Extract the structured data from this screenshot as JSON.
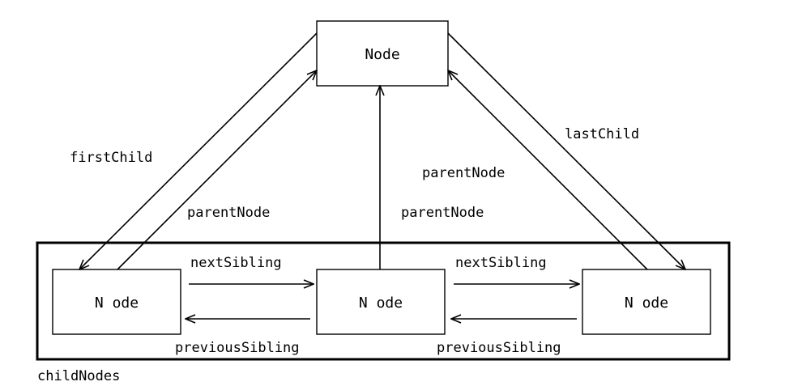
{
  "colors": {
    "stroke": "#000000",
    "background": "#ffffff"
  },
  "nodes": {
    "parent": "Node",
    "child_left": "N ode",
    "child_middle": "N ode",
    "child_right": "N ode"
  },
  "labels": {
    "first_child": "firstChild",
    "last_child": "lastChild",
    "parent_node_left": "parentNode",
    "parent_node_middle": "parentNode",
    "parent_node_right": "parentNode",
    "next_sibling_1": "nextSibling",
    "next_sibling_2": "nextSibling",
    "previous_sibling_1": "previousSibling",
    "previous_sibling_2": "previousSibling",
    "child_nodes": "childNodes"
  }
}
